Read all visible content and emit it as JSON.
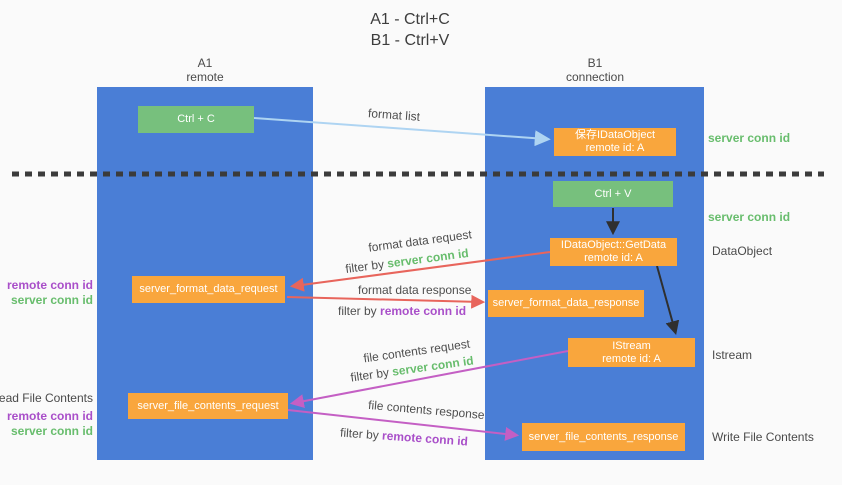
{
  "title": {
    "line1": "A1 - Ctrl+C",
    "line2": "B1 - Ctrl+V"
  },
  "lifelines": {
    "a1": {
      "name": "A1",
      "role": "remote"
    },
    "b1": {
      "name": "B1",
      "role": "connection"
    }
  },
  "nodes": {
    "ctrl_c": "Ctrl + C",
    "ctrl_v": "Ctrl + V",
    "save_dataobject": {
      "line1": "保存IDataObject",
      "line2": "remote id: A"
    },
    "getdata": {
      "line1": "IDataObject::GetData",
      "line2": "remote id: A"
    },
    "istream": {
      "line1": "IStream",
      "line2": "remote id: A"
    },
    "format_request": "server_format_data_request",
    "format_response": "server_format_data_response",
    "file_request": "server_file_contents_request",
    "file_response": "server_file_contents_response"
  },
  "arrow_labels": {
    "format_list": "format list",
    "format_data_request": "format data request",
    "format_data_response": "format data response",
    "file_contents_request": "file contents request",
    "file_contents_response": "file contents response",
    "filter_by": "filter by",
    "server_conn_id": "server conn id",
    "remote_conn_id": "remote conn id"
  },
  "side_labels": {
    "right_top_server_conn": "server conn id",
    "right_mid_server_conn": "server conn id",
    "dataobject": "DataObject",
    "istream": "Istream",
    "write_file_contents": "Write File Contents",
    "left_remote_conn_1": "remote conn id",
    "left_server_conn_1": "server conn id",
    "read_file_contents": "Read File Contents",
    "left_remote_conn_2": "remote conn id",
    "left_server_conn_2": "server conn id"
  },
  "colors": {
    "bg": "#fafafa",
    "lifeline_blue": "#4a7ed6",
    "node_orange": "#f9a63d",
    "node_green": "#77c07d",
    "conn_green": "#68bd6d",
    "conn_purple": "#a94fc9",
    "arrow_red": "#e8655c",
    "arrow_magenta": "#c45fc4",
    "arrow_lightblue": "#aed4f2",
    "arrow_black": "#2f2f2f",
    "dash_gray": "#3b3b3b"
  }
}
